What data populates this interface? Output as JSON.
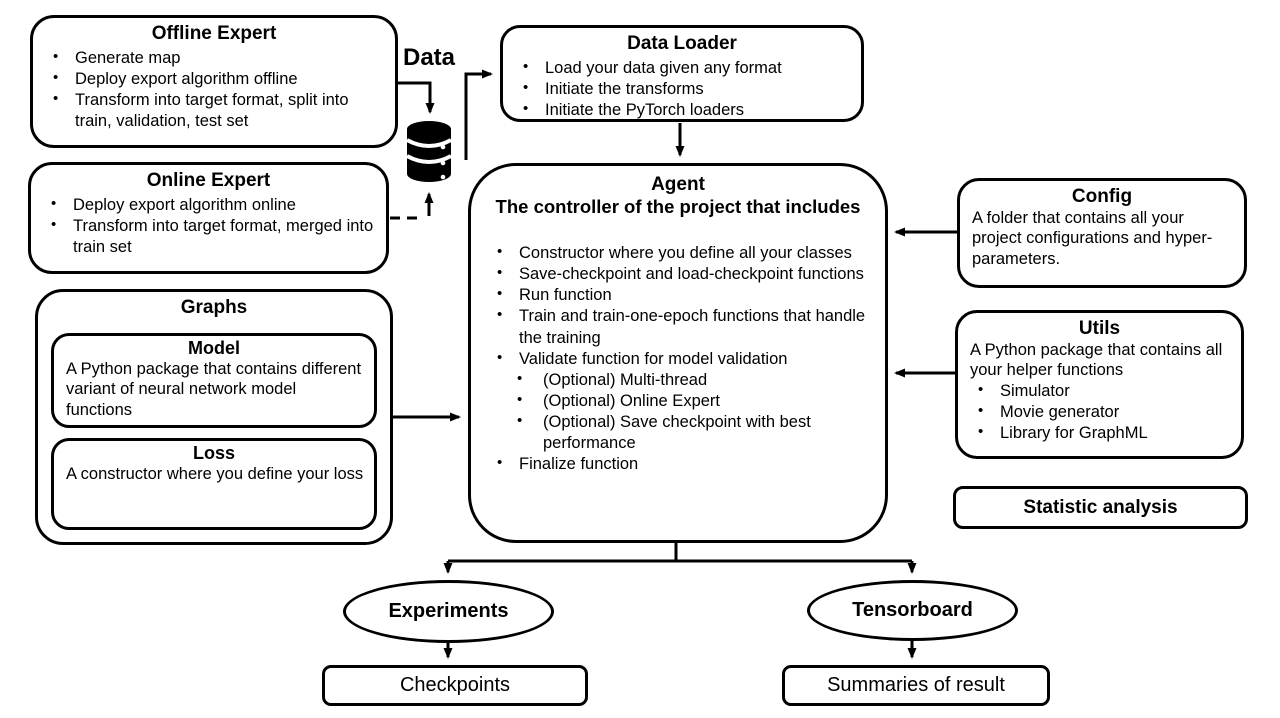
{
  "colors": {
    "line": "#000000",
    "fill": "#ffffff"
  },
  "data_label": "Data",
  "icons": {
    "database": "database-icon"
  },
  "offline_expert": {
    "title": "Offline Expert",
    "bullets": [
      "Generate map",
      "Deploy export algorithm offline",
      "Transform into target format, split into train, validation, test set"
    ]
  },
  "online_expert": {
    "title": "Online Expert",
    "bullets": [
      "Deploy export algorithm online",
      "Transform into target format, merged into train set"
    ]
  },
  "data_loader": {
    "title": "Data Loader",
    "bullets": [
      "Load your data given any format",
      "Initiate the transforms",
      "Initiate the PyTorch loaders"
    ]
  },
  "agent": {
    "title": "Agent",
    "subtitle": "The controller of the project that includes",
    "bullets": [
      "Constructor where you define all your classes",
      "Save-checkpoint and load-checkpoint functions",
      "Run function",
      "Train and train-one-epoch functions that handle the training",
      "Validate function for model validation",
      "Finalize function"
    ],
    "sub_bullets": [
      "(Optional) Multi-thread",
      "(Optional) Online Expert",
      "(Optional) Save checkpoint with best performance"
    ]
  },
  "config": {
    "title": "Config",
    "description": "A folder that contains all your project configurations and hyper-parameters."
  },
  "utils": {
    "title": "Utils",
    "description": "A Python package that contains all your helper functions",
    "bullets": [
      "Simulator",
      "Movie generator",
      "Library for GraphML"
    ]
  },
  "graphs": {
    "title": "Graphs",
    "model": {
      "title": "Model",
      "description": "A Python package that contains different variant of neural network model functions"
    },
    "loss": {
      "title": "Loss",
      "description": "A constructor where you define your loss"
    }
  },
  "statistic": {
    "label": "Statistic analysis"
  },
  "outputs": {
    "experiments": "Experiments",
    "tensorboard": "Tensorboard",
    "checkpoints": "Checkpoints",
    "summaries": "Summaries of result"
  }
}
